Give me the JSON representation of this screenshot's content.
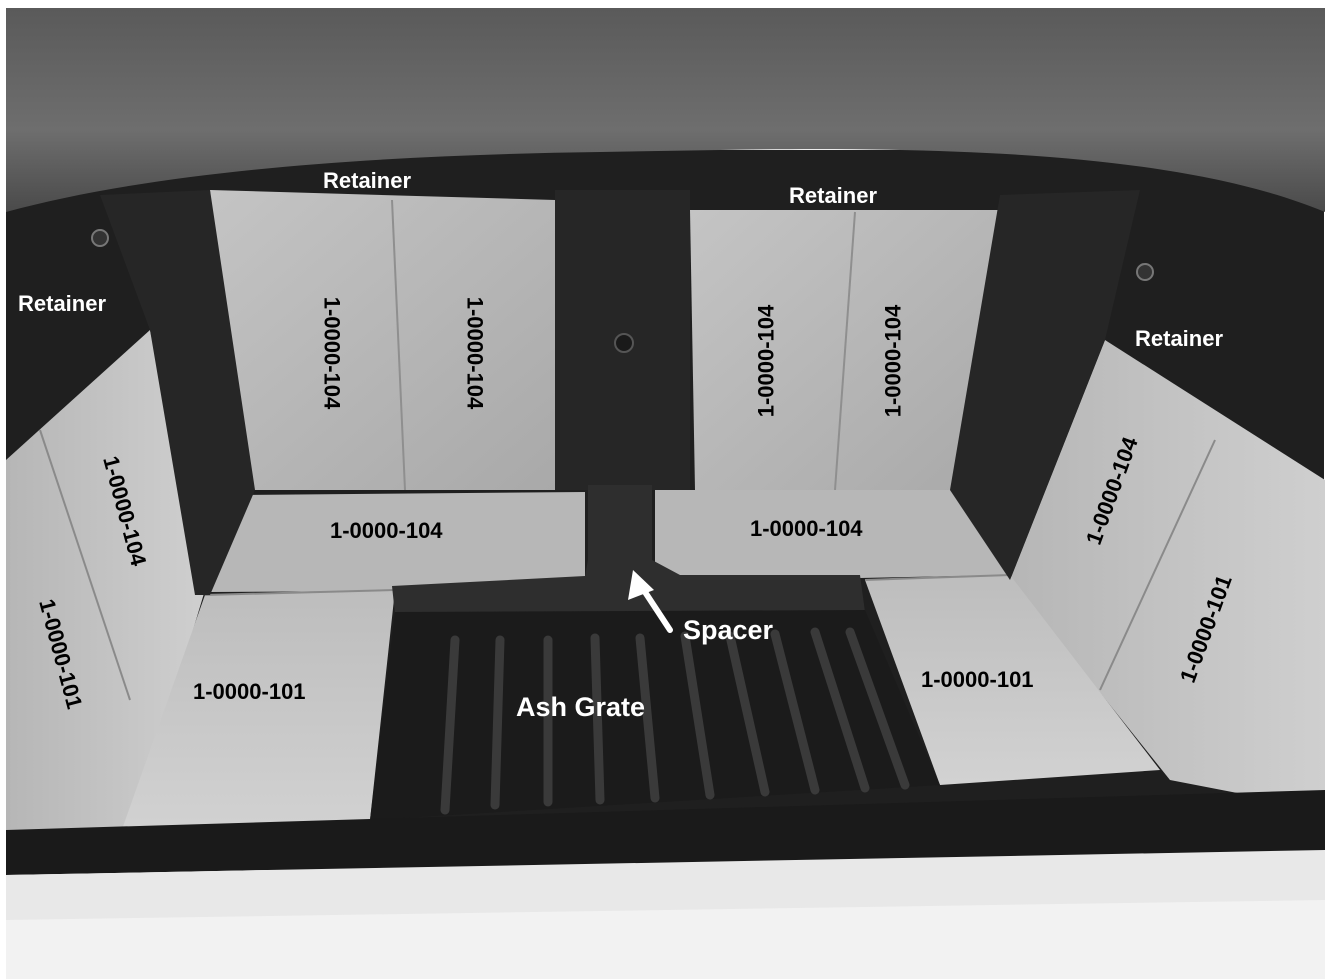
{
  "labels": {
    "retainer_top_left": "Retainer",
    "retainer_top_right": "Retainer",
    "retainer_left": "Retainer",
    "retainer_right": "Retainer",
    "brick_back_left_1": "1-0000-104",
    "brick_back_left_2": "1-0000-104",
    "brick_back_right_1": "1-0000-104",
    "brick_back_right_2": "1-0000-104",
    "brick_side_left_upper": "1-0000-104",
    "brick_side_left_lower": "1-0000-101",
    "brick_side_right_upper": "1-0000-104",
    "brick_side_right_lower": "1-0000-101",
    "brick_floor_back_left": "1-0000-104",
    "brick_floor_back_right": "1-0000-104",
    "brick_floor_front_left": "1-0000-101",
    "brick_floor_front_right": "1-0000-101",
    "spacer": "Spacer",
    "ash_grate": "Ash Grate"
  },
  "colors": {
    "background": "#ffffff",
    "cast_iron": "#2b2b2b",
    "firebrick": "#b9b9b9",
    "label_light": "#ffffff",
    "label_dark": "#000000"
  }
}
